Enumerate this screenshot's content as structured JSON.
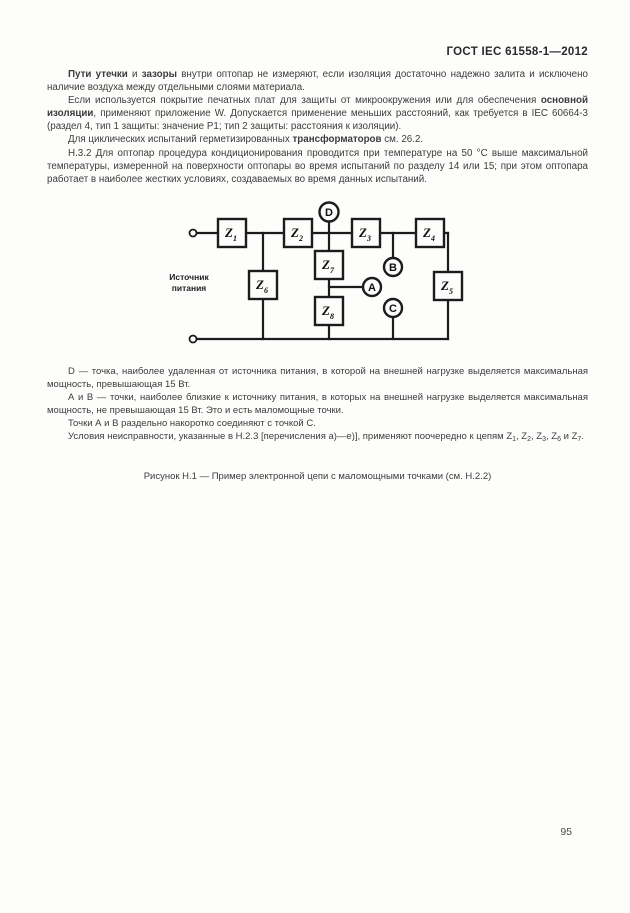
{
  "header": {
    "title": "ГОСТ IEC 61558-1—2012"
  },
  "page": {
    "number": "95"
  },
  "body": {
    "paragraphs": [
      {
        "runs": [
          {
            "t": "Пути утечки",
            "b": 1
          },
          {
            "t": " и "
          },
          {
            "t": "зазоры",
            "b": 1
          },
          {
            "t": " внутри оптопар не измеряют, если изоляция достаточно надежно залита и исключено наличие воздуха между отдельными слоями материала."
          }
        ]
      },
      {
        "runs": [
          {
            "t": "Если используется покрытие печатных плат для защиты от микроокружения или для обеспечения "
          },
          {
            "t": "основной изоляции",
            "b": 1
          },
          {
            "t": ", применяют приложение W.  Допускается применение меньших  расстояний,  как требуется в IEC 60664-3 (раздел 4, тип 1 защиты: значение Р1; тип 2 защиты: расстояния к изоляции)."
          }
        ]
      },
      {
        "runs": [
          {
            "t": "Для циклических испытаний герметизированных "
          },
          {
            "t": "трансформаторов",
            "b": 1
          },
          {
            "t": " см. 26.2."
          }
        ]
      },
      {
        "runs": [
          {
            "t": "Н.3.2 Для оптопар процедура кондиционирования проводится при температуре на 50 °С выше максимальной температуры, измеренной на поверхности оптопары во время испытаний по разделу 14 или 15; при этом оптопара работает в наиболее жестких условиях, создаваемых во время данных испытаний."
          }
        ]
      }
    ],
    "notes": [
      {
        "runs": [
          {
            "t": "D — точка, наиболее удаленная от источника питания, в которой на внешней нагрузке выделяется максимальная мощность, превышающая 15 Вт."
          }
        ]
      },
      {
        "runs": [
          {
            "t": "А и В — точки, наиболее близкие к источнику питания, в которых на внешней нагрузке выделяется максимальная мощность, не превышающая 15 Вт. Это и есть маломощные точки."
          }
        ]
      },
      {
        "runs": [
          {
            "t": "Точки А и В раздельно накоротко соединяют с точкой С."
          }
        ]
      },
      {
        "runs": [
          {
            "t": "Условия неисправности, указанные в Н.2.3 [перечисления а)—е)], применяют поочередно к цепям Z"
          },
          {
            "t": "1",
            "sub": 1
          },
          {
            "t": ", Z"
          },
          {
            "t": "2",
            "sub": 1
          },
          {
            "t": ", Z"
          },
          {
            "t": "3",
            "sub": 1
          },
          {
            "t": ", Z"
          },
          {
            "t": "6",
            "sub": 1
          },
          {
            "t": " и Z"
          },
          {
            "t": "7",
            "sub": 1
          },
          {
            "t": "."
          }
        ]
      }
    ],
    "caption": "Рисунок Н.1 — Пример электронной цепи с маломощными точками (см. Н.2.2)"
  },
  "figure": {
    "source_label_line1": "Источник",
    "source_label_line2": "питания",
    "impedance_prefix": "Z",
    "impedance_subscripts": [
      "1",
      "2",
      "3",
      "4",
      "5",
      "6",
      "7",
      "8"
    ],
    "point_labels": {
      "a": "A",
      "b": "B",
      "c": "C",
      "d": "D"
    }
  }
}
